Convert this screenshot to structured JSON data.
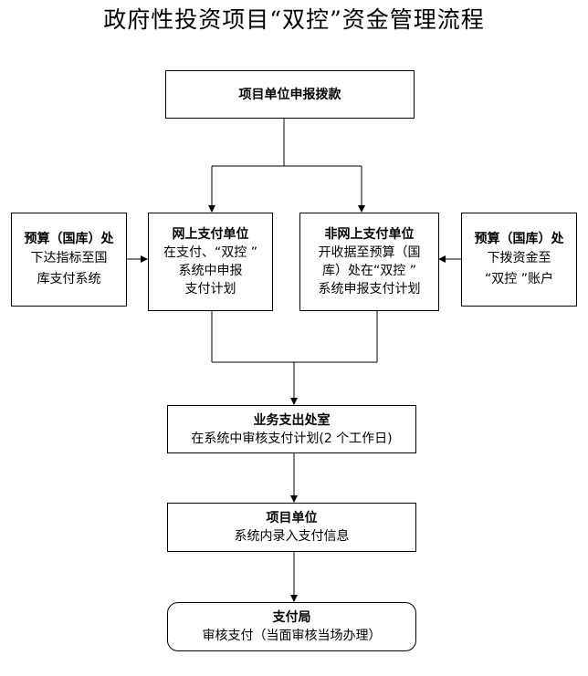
{
  "title": "政府性投资项目“双控”资金管理流程",
  "nodes": {
    "apply": {
      "heading": "项目单位申报拨款",
      "text": ""
    },
    "budget_left": {
      "heading": "预算（国库）处",
      "text": "下达指标至国\n库支付系统"
    },
    "online": {
      "heading": "网上支付单位",
      "text": "在支付、“双控 ”\n系统中申报\n支付计划"
    },
    "offline": {
      "heading": "非网上支付单位",
      "text": "开收据至预算（国\n库）处在“双控 ”\n系统申报支付计划"
    },
    "budget_right": {
      "heading": "预算（国库）处",
      "text": "下拨资金至\n“双控 ”账户"
    },
    "expense": {
      "heading": "业务支出处室",
      "text": "在系统中审核支付计划(2 个工作日)"
    },
    "project": {
      "heading": "项目单位",
      "text": "系统内录入支付信息"
    },
    "bureau": {
      "heading": "支付局",
      "text": "审核支付（当面审核当场办理）"
    }
  }
}
